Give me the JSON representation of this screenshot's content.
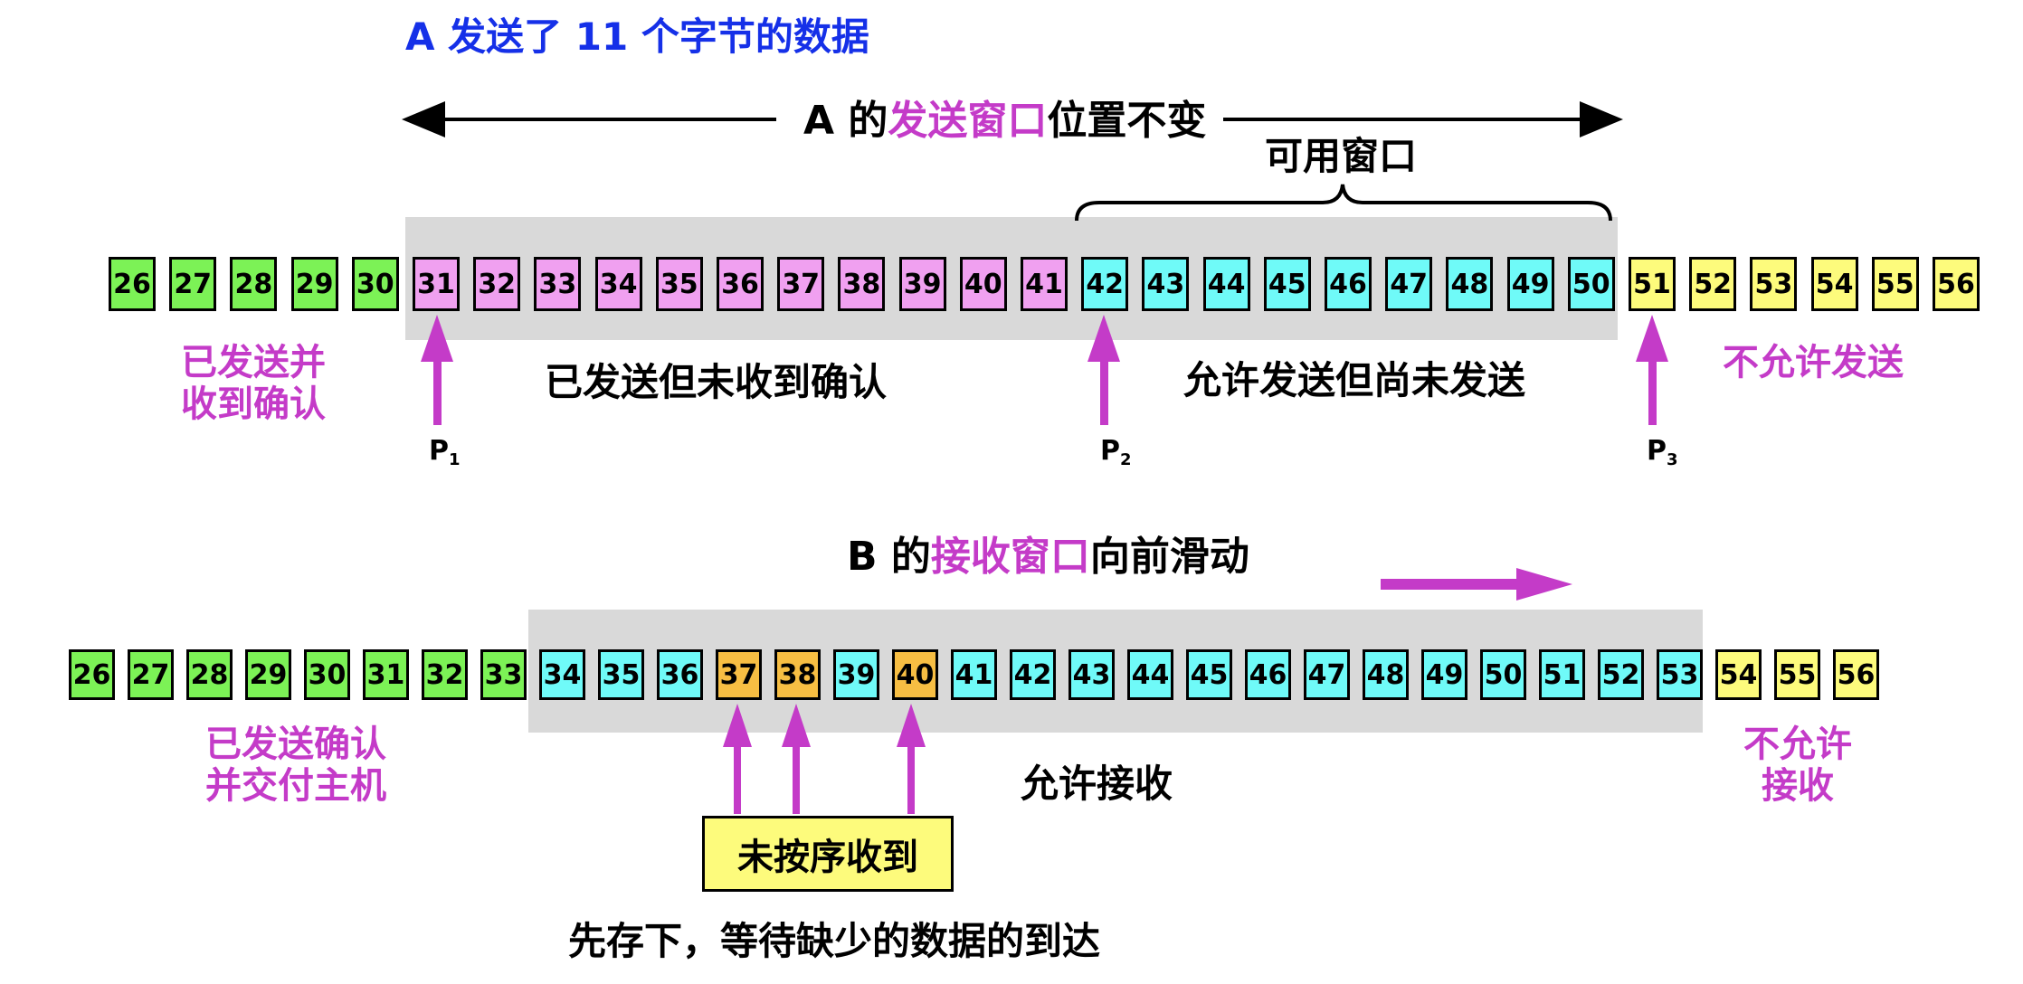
{
  "title": "A 发送了 11 个字节的数据",
  "sender": {
    "heading_prefix": "A 的",
    "heading_highlight": "发送窗口",
    "heading_suffix": "位置不变",
    "usable_window_label": "可用窗口",
    "cells": [
      {
        "n": "26",
        "color": "green"
      },
      {
        "n": "27",
        "color": "green"
      },
      {
        "n": "28",
        "color": "green"
      },
      {
        "n": "29",
        "color": "green"
      },
      {
        "n": "30",
        "color": "green"
      },
      {
        "n": "31",
        "color": "pink"
      },
      {
        "n": "32",
        "color": "pink"
      },
      {
        "n": "33",
        "color": "pink"
      },
      {
        "n": "34",
        "color": "pink"
      },
      {
        "n": "35",
        "color": "pink"
      },
      {
        "n": "36",
        "color": "pink"
      },
      {
        "n": "37",
        "color": "pink"
      },
      {
        "n": "38",
        "color": "pink"
      },
      {
        "n": "39",
        "color": "pink"
      },
      {
        "n": "40",
        "color": "pink"
      },
      {
        "n": "41",
        "color": "pink"
      },
      {
        "n": "42",
        "color": "cyan"
      },
      {
        "n": "43",
        "color": "cyan"
      },
      {
        "n": "44",
        "color": "cyan"
      },
      {
        "n": "45",
        "color": "cyan"
      },
      {
        "n": "46",
        "color": "cyan"
      },
      {
        "n": "47",
        "color": "cyan"
      },
      {
        "n": "48",
        "color": "cyan"
      },
      {
        "n": "49",
        "color": "cyan"
      },
      {
        "n": "50",
        "color": "cyan"
      },
      {
        "n": "51",
        "color": "yellow"
      },
      {
        "n": "52",
        "color": "yellow"
      },
      {
        "n": "53",
        "color": "yellow"
      },
      {
        "n": "54",
        "color": "yellow"
      },
      {
        "n": "55",
        "color": "yellow"
      },
      {
        "n": "56",
        "color": "yellow"
      }
    ],
    "sent_acked_line1": "已发送并",
    "sent_acked_line2": "收到确认",
    "sent_unacked": "已发送但未收到确认",
    "allowed_unsent": "允许发送但尚未发送",
    "not_allowed": "不允许发送",
    "pointers": [
      {
        "base": "P",
        "sub": "1"
      },
      {
        "base": "P",
        "sub": "2"
      },
      {
        "base": "P",
        "sub": "3"
      }
    ]
  },
  "receiver": {
    "heading_prefix": "B 的",
    "heading_highlight": "接收窗口",
    "heading_suffix": "向前滑动",
    "cells": [
      {
        "n": "26",
        "color": "green"
      },
      {
        "n": "27",
        "color": "green"
      },
      {
        "n": "28",
        "color": "green"
      },
      {
        "n": "29",
        "color": "green"
      },
      {
        "n": "30",
        "color": "green"
      },
      {
        "n": "31",
        "color": "green"
      },
      {
        "n": "32",
        "color": "green"
      },
      {
        "n": "33",
        "color": "green"
      },
      {
        "n": "34",
        "color": "cyan"
      },
      {
        "n": "35",
        "color": "cyan"
      },
      {
        "n": "36",
        "color": "cyan"
      },
      {
        "n": "37",
        "color": "orange"
      },
      {
        "n": "38",
        "color": "orange"
      },
      {
        "n": "39",
        "color": "cyan"
      },
      {
        "n": "40",
        "color": "orange"
      },
      {
        "n": "41",
        "color": "cyan"
      },
      {
        "n": "42",
        "color": "cyan"
      },
      {
        "n": "43",
        "color": "cyan"
      },
      {
        "n": "44",
        "color": "cyan"
      },
      {
        "n": "45",
        "color": "cyan"
      },
      {
        "n": "46",
        "color": "cyan"
      },
      {
        "n": "47",
        "color": "cyan"
      },
      {
        "n": "48",
        "color": "cyan"
      },
      {
        "n": "49",
        "color": "cyan"
      },
      {
        "n": "50",
        "color": "cyan"
      },
      {
        "n": "51",
        "color": "cyan"
      },
      {
        "n": "52",
        "color": "cyan"
      },
      {
        "n": "53",
        "color": "cyan"
      },
      {
        "n": "54",
        "color": "yellow"
      },
      {
        "n": "55",
        "color": "yellow"
      },
      {
        "n": "56",
        "color": "yellow"
      }
    ],
    "delivered_line1": "已发送确认",
    "delivered_line2": "并交付主机",
    "allowed_receive": "允许接收",
    "not_allowed_line1": "不允许",
    "not_allowed_line2": "接收",
    "out_of_order": "未按序收到",
    "buffer_note": "先存下，等待缺少的数据的到达"
  },
  "colors": {
    "green": "#7cf256",
    "pink": "#f0a0f0",
    "cyan": "#6ffaf8",
    "yellow": "#fdfb7c",
    "orange": "#f7be43",
    "magenta": "#c43bc8",
    "title_blue": "#1530e8",
    "window_shade": "#d9d9d9"
  }
}
